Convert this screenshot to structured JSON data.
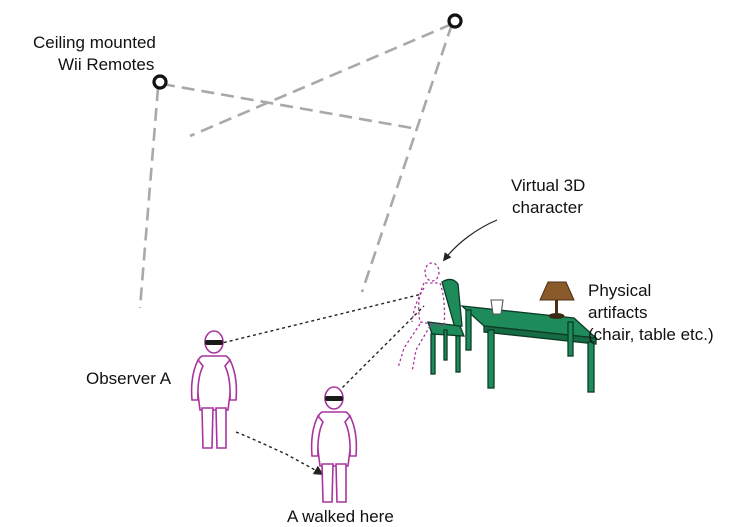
{
  "labels": {
    "remotes": [
      "Ceiling mounted",
      "Wii Remotes"
    ],
    "virtual": [
      "Virtual 3D",
      "character"
    ],
    "physical": [
      "Physical",
      "artifacts",
      "(chair, table etc.)"
    ],
    "observer": "Observer A",
    "walked": "A walked here"
  },
  "colors": {
    "person_outline": "#a8359f",
    "furniture": "#1e8c5a",
    "ray": "#a9a9a9",
    "goggles": "#1a1a1a",
    "lamp_shade": "#8b5a2b"
  },
  "icons": [
    "wii-remote-icon",
    "person-icon",
    "table-icon",
    "chair-icon",
    "lamp-icon",
    "cup-icon"
  ]
}
